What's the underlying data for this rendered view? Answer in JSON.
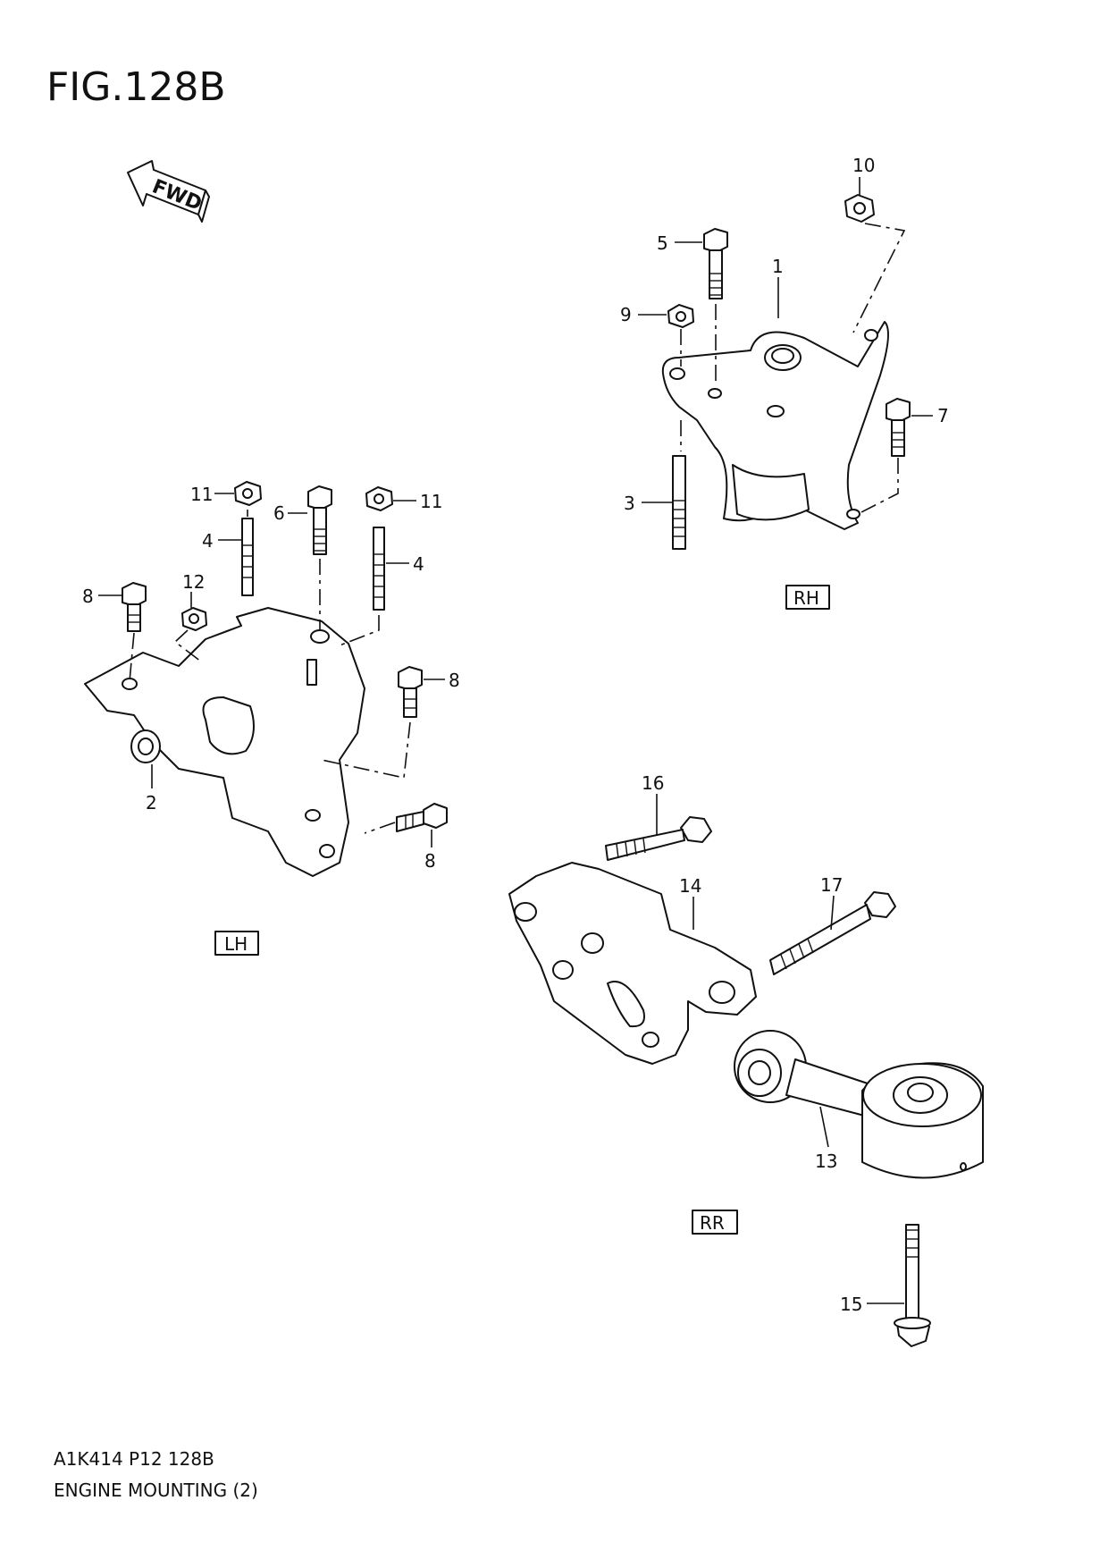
{
  "figure": {
    "title": "FIG.128B",
    "code": "A1K414 P12 128B",
    "name": "ENGINE MOUNTING (2)",
    "fwd_label": "FWD"
  },
  "groups": {
    "rh": "RH",
    "lh": "LH",
    "rr": "RR"
  },
  "callouts": {
    "c1": "1",
    "c2": "2",
    "c3": "3",
    "c4a": "4",
    "c4b": "4",
    "c5": "5",
    "c6": "6",
    "c7": "7",
    "c8a": "8",
    "c8b": "8",
    "c8c": "8",
    "c9": "9",
    "c10": "10",
    "c11a": "11",
    "c11b": "11",
    "c12": "12",
    "c13": "13",
    "c14": "14",
    "c15": "15",
    "c16": "16",
    "c17": "17"
  }
}
